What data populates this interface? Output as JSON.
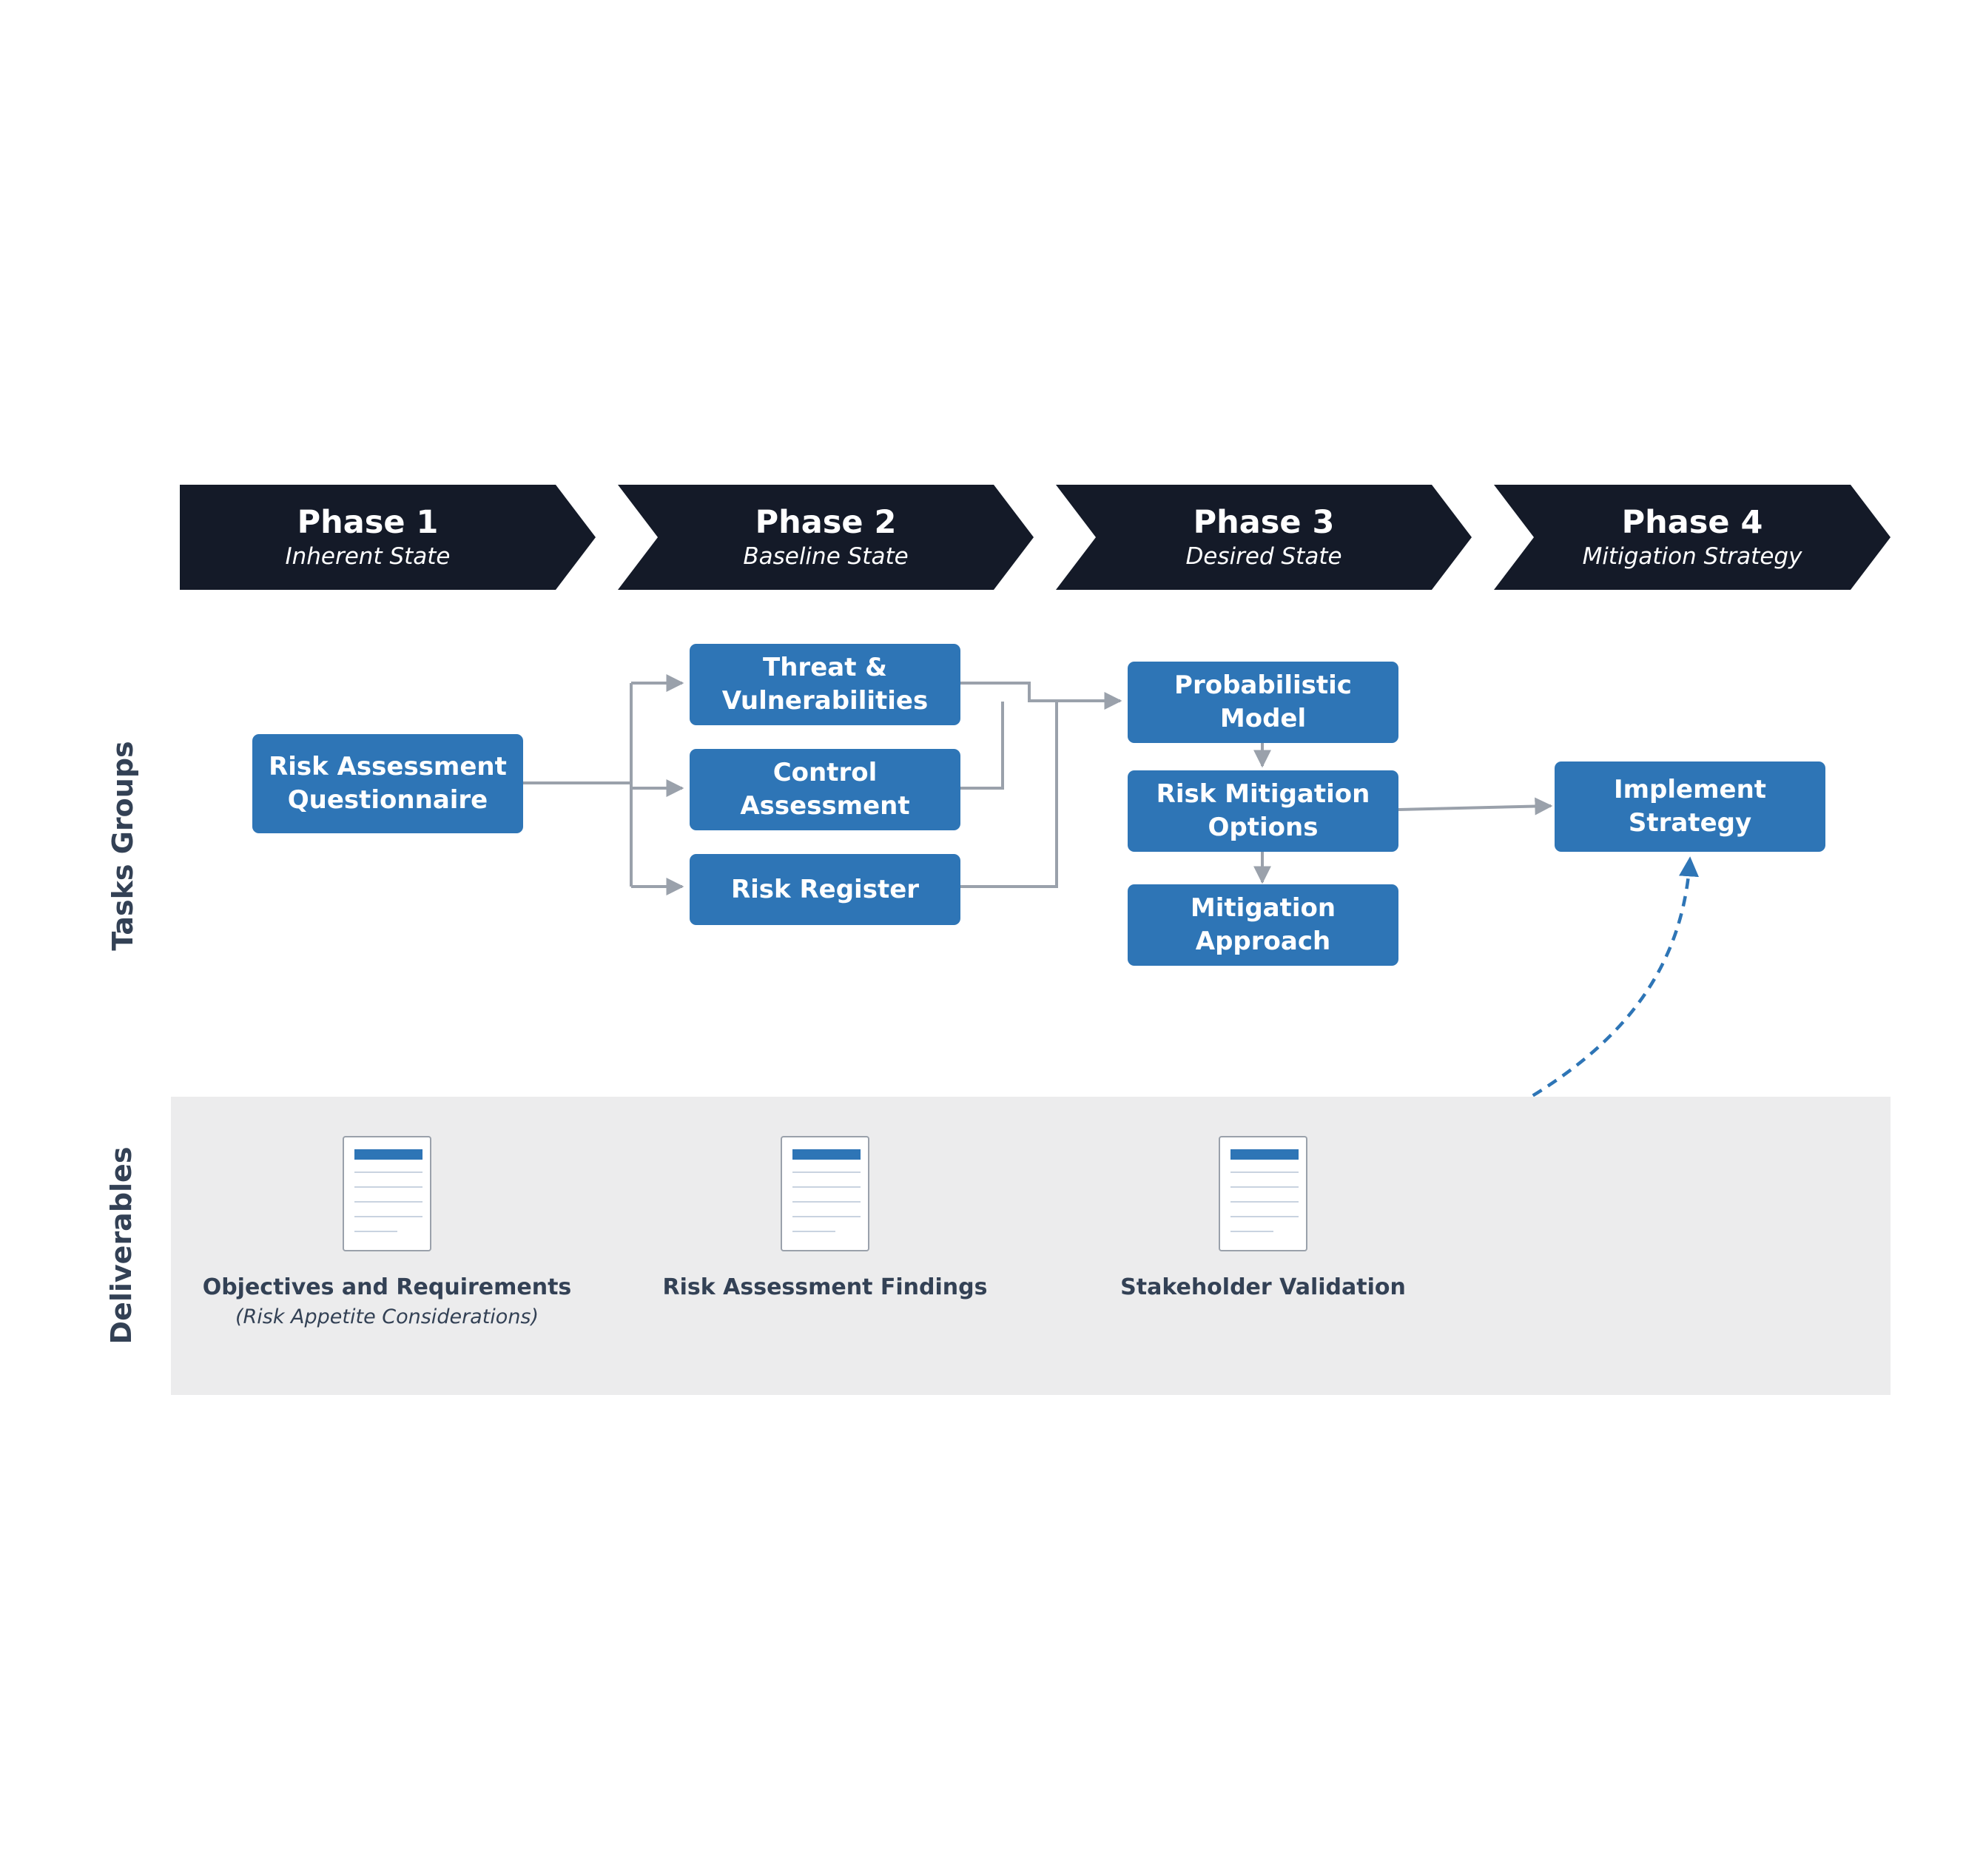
{
  "phases": [
    {
      "title": "Phase 1",
      "subtitle": "Inherent State"
    },
    {
      "title": "Phase 2",
      "subtitle": "Baseline State"
    },
    {
      "title": "Phase 3",
      "subtitle": "Desired State"
    },
    {
      "title": "Phase 4",
      "subtitle": "Mitigation Strategy"
    }
  ],
  "lanes": {
    "tasks": "Tasks Groups",
    "deliverables": "Deliverables"
  },
  "tasks": {
    "risk_assessment_questionnaire": "Risk Assessment Questionnaire",
    "threat_vulnerabilities": "Threat & Vulnerabilities",
    "control_assessment": "Control Assessment",
    "risk_register": "Risk Register",
    "probabilistic_model": "Probabilistic Model",
    "risk_mitigation_options": "Risk Mitigation Options",
    "mitigation_approach": "Mitigation Approach",
    "implement_strategy": "Implement Strategy"
  },
  "deliverables": [
    {
      "title": "Objectives and Requirements",
      "subtitle": "(Risk Appetite Considerations)"
    },
    {
      "title": "Risk Assessment Findings",
      "subtitle": ""
    },
    {
      "title": "Stakeholder Validation",
      "subtitle": ""
    }
  ],
  "colors": {
    "phase_fill": "#141a28",
    "task_fill": "#2e75b6",
    "connector": "#9aa1ab",
    "dashed_arrow": "#2e75b6",
    "deliverable_band": "#ececed",
    "label_text": "#334155"
  }
}
